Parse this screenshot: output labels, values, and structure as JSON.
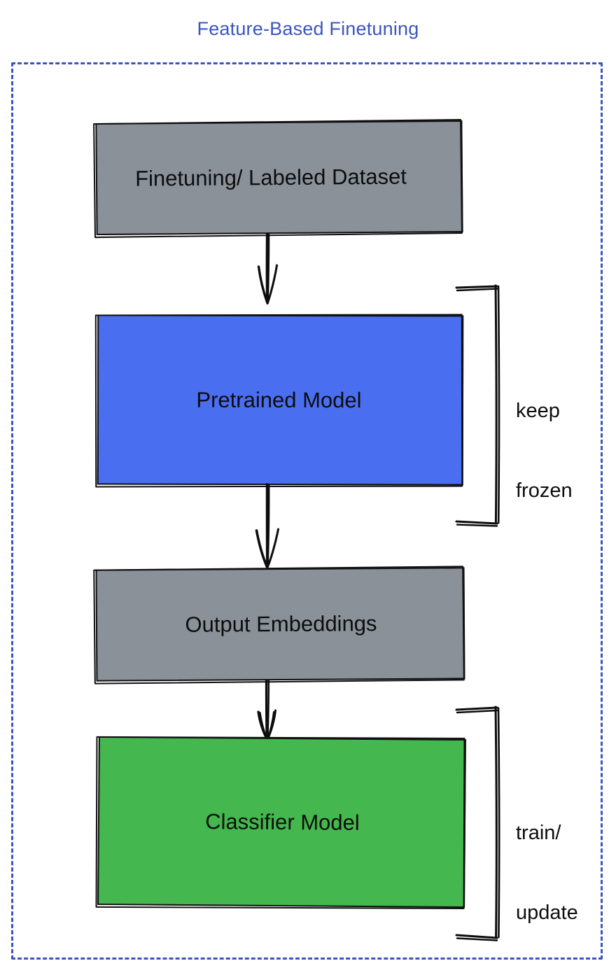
{
  "diagram": {
    "title": "Feature-Based Finetuning",
    "title_color": "#3b55c0",
    "frame": {
      "name": "dashed-boundary",
      "border_style": "dashed",
      "border_color": "#3b55c0"
    },
    "nodes": [
      {
        "id": "dataset",
        "label": "Finetuning/ Labeled Dataset",
        "fill": "#8a9199",
        "text_color": "#0d0d0d"
      },
      {
        "id": "pretrained",
        "label": "Pretrained Model",
        "fill": "#4a6ef0",
        "text_color": "#0d0d0d"
      },
      {
        "id": "embeddings",
        "label": "Output Embeddings",
        "fill": "#8a9199",
        "text_color": "#0d0d0d"
      },
      {
        "id": "classifier",
        "label": "Classifier Model",
        "fill": "#45b74f",
        "text_color": "#0d0d0d"
      }
    ],
    "edges": [
      {
        "id": "dataset-to-pretrained",
        "from": "dataset",
        "to": "pretrained",
        "style": "arrow-down"
      },
      {
        "id": "pretrained-to-embeddings",
        "from": "pretrained",
        "to": "embeddings",
        "style": "arrow-down"
      },
      {
        "id": "embeddings-to-classifier",
        "from": "embeddings",
        "to": "classifier",
        "style": "arrow-down"
      }
    ],
    "annotations": [
      {
        "id": "keep-frozen",
        "line1": "keep",
        "line2": "frozen",
        "text": "keep\nfrozen",
        "targets": "pretrained"
      },
      {
        "id": "train-update",
        "line1": "train/",
        "line2": "update",
        "text": "train/\nupdate",
        "targets": "classifier"
      }
    ]
  }
}
